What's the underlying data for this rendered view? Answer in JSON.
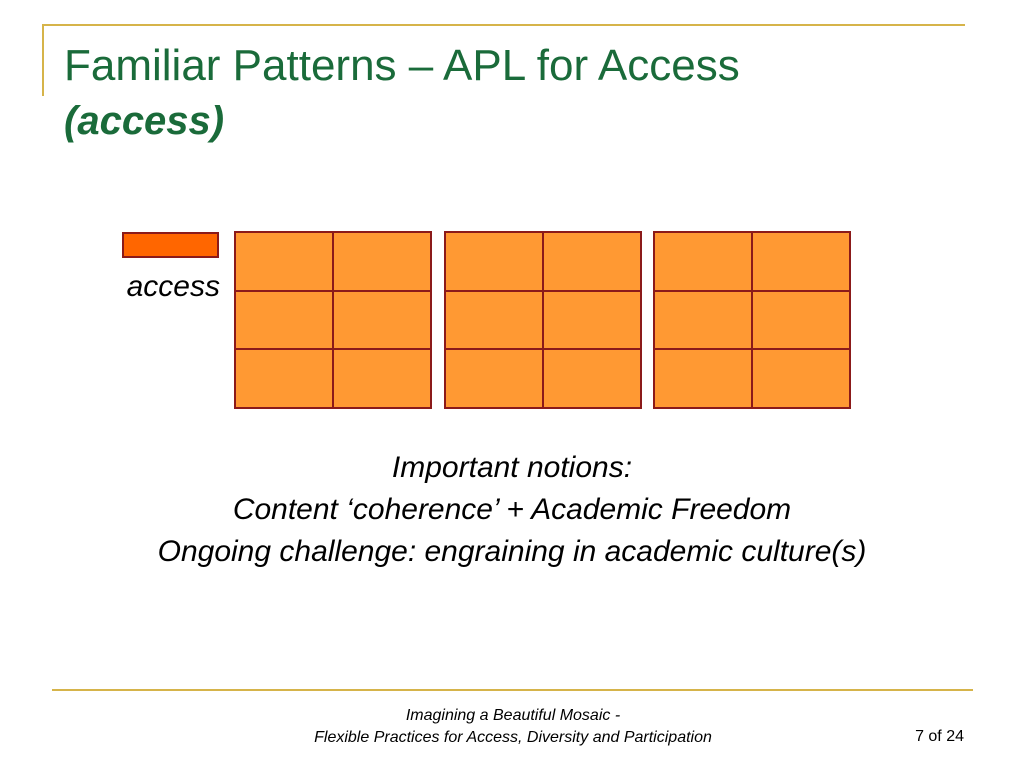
{
  "slide": {
    "title": "Familiar Patterns – APL for Access",
    "subtitle": "(access)",
    "diagram": {
      "label": "access",
      "groups": 3,
      "rows": 3,
      "cols": 2
    },
    "notions": [
      "Important notions:",
      "Content ‘coherence’ + Academic Freedom",
      "Ongoing challenge: engraining in academic culture(s)"
    ],
    "footer": {
      "line1": "Imagining a Beautiful Mosaic -",
      "line2": "Flexible Practices for Access, Diversity and Participation",
      "page": "7 of 24"
    },
    "colors": {
      "title": "#1a6b3a",
      "accent_line": "#d6b44a",
      "access_bar": "#ff6600",
      "block_fill": "#ff9933",
      "block_border": "#8b1a1a"
    }
  }
}
